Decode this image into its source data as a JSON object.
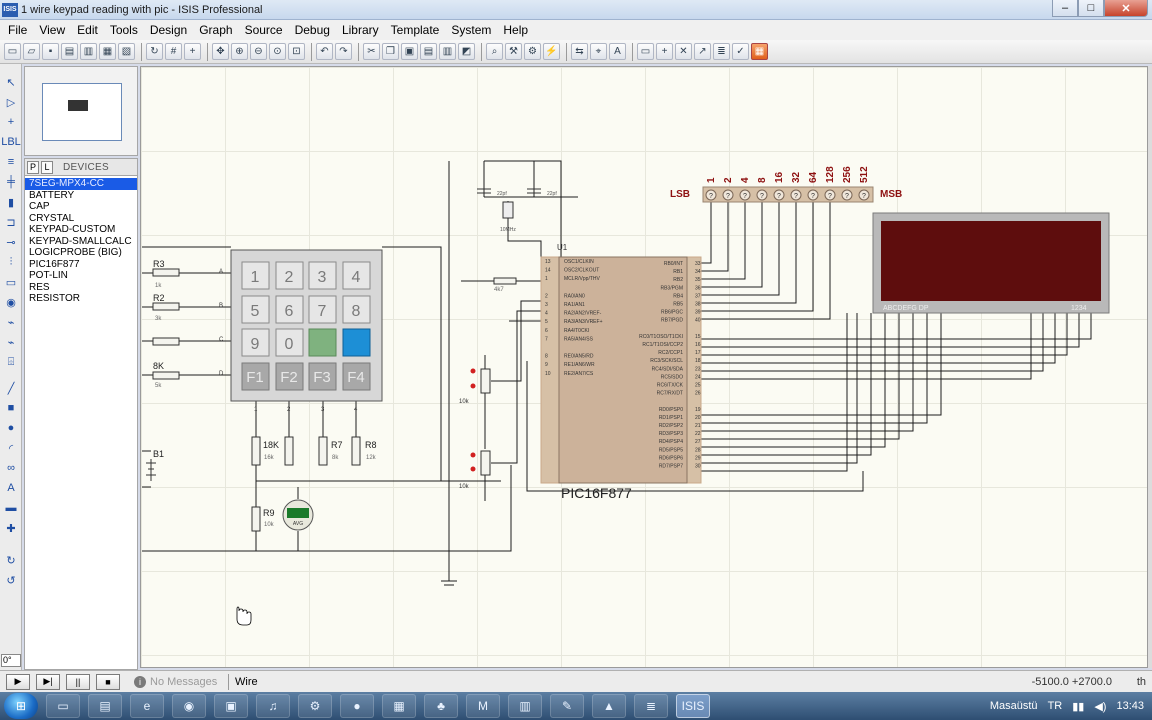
{
  "window": {
    "title": "1 wire keypad reading with pic - ISIS Professional",
    "app_icon": "ISIS",
    "minimize": "–",
    "maximize": "□",
    "close": "✕"
  },
  "menu": [
    "File",
    "View",
    "Edit",
    "Tools",
    "Design",
    "Graph",
    "Source",
    "Debug",
    "Library",
    "Template",
    "System",
    "Help"
  ],
  "devices_panel": {
    "p_button": "P",
    "l_button": "L",
    "title": "DEVICES",
    "items": [
      "7SEG-MPX4-CC",
      "BATTERY",
      "CAP",
      "CRYSTAL",
      "KEYPAD-CUSTOM",
      "KEYPAD-SMALLCALC",
      "LOGICPROBE (BIG)",
      "PIC16F877",
      "POT-LIN",
      "RES",
      "RESISTOR"
    ],
    "selected": "7SEG-MPX4-CC"
  },
  "left_tools": {
    "rotation_value": "0°"
  },
  "schematic": {
    "keypad_keys": [
      "1",
      "2",
      "3",
      "4",
      "5",
      "6",
      "7",
      "8",
      "9",
      "0",
      "",
      "",
      "F1",
      "F2",
      "F3",
      "F4"
    ],
    "keypad_row_pins": [
      "A",
      "B",
      "C",
      "D"
    ],
    "keypad_col_pins": [
      "1",
      "2",
      "3",
      "4"
    ],
    "resistor_labels": [
      "R3",
      "R2",
      "8K",
      "18K",
      "R7",
      "R8",
      "R9",
      "B1"
    ],
    "resistor_values": [
      "1k",
      "3k",
      "5k",
      "16k",
      "8k",
      "12k",
      "10k"
    ],
    "crystal": {
      "label": "10MHz",
      "cap_left": "22pf",
      "cap_right": "22pf"
    },
    "mclr_resistor": "4k7",
    "pot_value": "10k",
    "meter_display": "AVG",
    "mcu": {
      "ref": "U1",
      "name": "PIC16F877",
      "left_pins": [
        "OSC1/CLKIN",
        "OSC2/CLKOUT",
        "MCLR/Vpp/THV",
        "",
        "RA0/AN0",
        "RA1/AN1",
        "RA2/AN2/VREF-",
        "RA3/AN3/VREF+",
        "RA4/T0CKI",
        "RA5/AN4/SS",
        "",
        "RE0/AN5/RD",
        "RE1/AN6/WR",
        "RE2/AN7/CS"
      ],
      "left_pin_nums": [
        "13",
        "14",
        "1",
        "",
        "2",
        "3",
        "4",
        "5",
        "6",
        "7",
        "",
        "8",
        "9",
        "10"
      ],
      "right_pins": [
        "RB0/INT",
        "RB1",
        "RB2",
        "RB3/PGM",
        "RB4",
        "RB5",
        "RB6/PGC",
        "RB7/PGD",
        "",
        "RC0/T1OSO/T1CKI",
        "RC1/T1OSI/CCP2",
        "RC2/CCP1",
        "RC3/SCK/SCL",
        "RC4/SDI/SDA",
        "RC5/SDO",
        "RC6/TX/CK",
        "RC7/RX/DT",
        "",
        "RD0/PSP0",
        "RD1/PSP1",
        "RD2/PSP2",
        "RD3/PSP3",
        "RD4/PSP4",
        "RD5/PSP5",
        "RD6/PSP6",
        "RD7/PSP7"
      ],
      "right_pin_nums": [
        "33",
        "34",
        "35",
        "36",
        "37",
        "38",
        "39",
        "40",
        "",
        "15",
        "16",
        "17",
        "18",
        "23",
        "24",
        "25",
        "26",
        "",
        "19",
        "20",
        "21",
        "22",
        "27",
        "28",
        "29",
        "30"
      ]
    },
    "probe": {
      "lsb": "LSB",
      "msb": "MSB",
      "bits": [
        "1",
        "2",
        "4",
        "8",
        "16",
        "32",
        "64",
        "128",
        "256",
        "512"
      ],
      "states": [
        "?",
        "?",
        "?",
        "?",
        "?",
        "?",
        "?",
        "?",
        "?",
        "?"
      ]
    },
    "seven_segment": {
      "pins_left": "ABCDEFG DP",
      "pins_right": "1234"
    }
  },
  "status_bar": {
    "play": "▶",
    "step": "▶|",
    "pause": "||",
    "stop": "■",
    "message_icon": "i",
    "messages": "No Messages",
    "mode": "Wire",
    "coords": "-5100.0  +2700.0",
    "units": "th"
  },
  "taskbar": {
    "start": "⊞",
    "apps": [
      "▭",
      "▤",
      "e",
      "◉",
      "▣",
      "♫",
      "⚙",
      "●",
      "▦",
      "♣",
      "M",
      "▥",
      "✎",
      "▲",
      "≣",
      "ISIS"
    ],
    "active_index": 15,
    "tray_label": "Masaüstü",
    "language": "TR",
    "clock": "13:43"
  },
  "colors": {
    "selection": "#1a5be6",
    "chip_body": "#d6c0a6",
    "wire": "#1c1c1c",
    "grid": "#e7e7dc",
    "canvas": "#fbfbf3",
    "label_red": "#8e1111",
    "display_red": "#5e0d0d"
  }
}
